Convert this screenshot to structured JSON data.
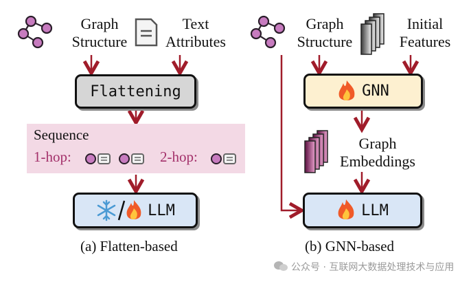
{
  "left": {
    "graph_structure": [
      "Graph",
      "Structure"
    ],
    "text_attributes": [
      "Text",
      "Attributes"
    ],
    "flattening": "Flattening",
    "sequence_title": "Sequence",
    "hop1": "1-hop:",
    "hop2": "2-hop:",
    "llm": "LLM",
    "caption": "(a) Flatten-based"
  },
  "right": {
    "graph_structure": [
      "Graph",
      "Structure"
    ],
    "initial_features": [
      "Initial",
      "Features"
    ],
    "gnn": "GNN",
    "graph_embeddings": [
      "Graph",
      "Embeddings"
    ],
    "llm": "LLM",
    "caption": "(b) GNN-based"
  },
  "watermark": "公众号 · 互联网大数据处理技术与应用",
  "colors": {
    "arrow": "#a01c2a",
    "node": "#c77bbf",
    "sequence_bg": "#f3d9e5",
    "hop_text": "#a3306a",
    "flatten_box": "#d6d6d6",
    "gnn_box": "#fdf0d0",
    "llm_box": "#d9e6f6",
    "feature_stack": "#a02a70"
  },
  "icons": [
    "graph-icon",
    "document-icon",
    "fire-icon",
    "snowflake-icon",
    "feature-stack-icon"
  ]
}
